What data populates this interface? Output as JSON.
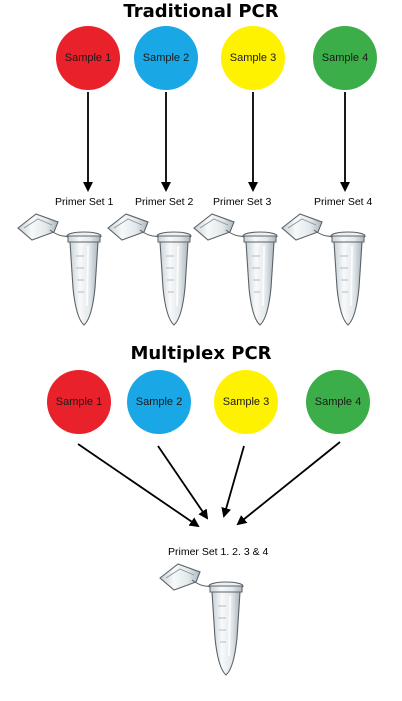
{
  "traditional": {
    "title": "Traditional PCR",
    "samples": [
      {
        "label": "Sample 1",
        "color": "#e8212b"
      },
      {
        "label": "Sample 2",
        "color": "#1aa7e6"
      },
      {
        "label": "Sample 3",
        "color": "#fff200"
      },
      {
        "label": "Sample 4",
        "color": "#3cae49"
      }
    ],
    "primers": [
      "Primer Set 1",
      "Primer Set 2",
      "Primer Set 3",
      "Primer Set 4"
    ]
  },
  "multiplex": {
    "title": "Multiplex PCR",
    "samples": [
      {
        "label": "Sample 1",
        "color": "#e8212b"
      },
      {
        "label": "Sample 2",
        "color": "#1aa7e6"
      },
      {
        "label": "Sample 3",
        "color": "#fff200"
      },
      {
        "label": "Sample 4",
        "color": "#3cae49"
      }
    ],
    "primer": "Primer Set 1. 2. 3 & 4"
  }
}
